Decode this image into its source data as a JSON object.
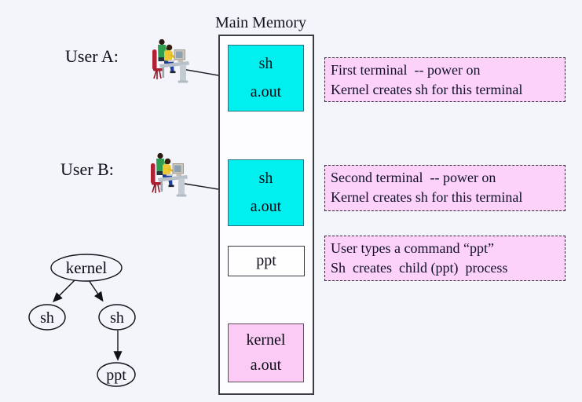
{
  "header": {
    "title": "Main Memory"
  },
  "users": [
    {
      "label": "User A:",
      "icon": "person-at-computer"
    },
    {
      "label": "User B:",
      "icon": "person-at-computer"
    }
  ],
  "memory": {
    "blocks": [
      {
        "name": "shell-process-a",
        "lines": [
          "sh",
          "a.out"
        ],
        "fill": "#00efef"
      },
      {
        "name": "shell-process-b",
        "lines": [
          "sh",
          "a.out"
        ],
        "fill": "#00efef"
      },
      {
        "name": "ppt-process",
        "lines": [
          "ppt"
        ],
        "fill": "#ffffff"
      },
      {
        "name": "kernel-block",
        "lines": [
          "kernel",
          "a.out"
        ],
        "fill": "#fbcbf5"
      }
    ]
  },
  "annotations": [
    {
      "line1": "First terminal  -- power on",
      "line2": "Kernel creates sh for this terminal"
    },
    {
      "line1": "Second terminal  -- power on",
      "line2": "Kernel creates sh for this terminal"
    },
    {
      "line1": "User types a command “ppt”",
      "line2": "Sh  creates  child (ppt)  process"
    }
  ],
  "process_tree": {
    "nodes": [
      {
        "label": "kernel"
      },
      {
        "label": "sh"
      },
      {
        "label": "sh"
      },
      {
        "label": "ppt"
      }
    ],
    "edges": [
      "kernel-sh-left",
      "kernel-sh-right",
      "sh-ppt"
    ]
  },
  "colors": {
    "background": "#f4f5fa",
    "cyan_block": "#00efef",
    "pink_block": "#fbcbf5",
    "annotation_pink": "#fcd2f8",
    "arrow_red": "#f10022"
  },
  "icons": {
    "clipart": "person-at-computer",
    "red_arrow": "downward-block-arrow"
  }
}
